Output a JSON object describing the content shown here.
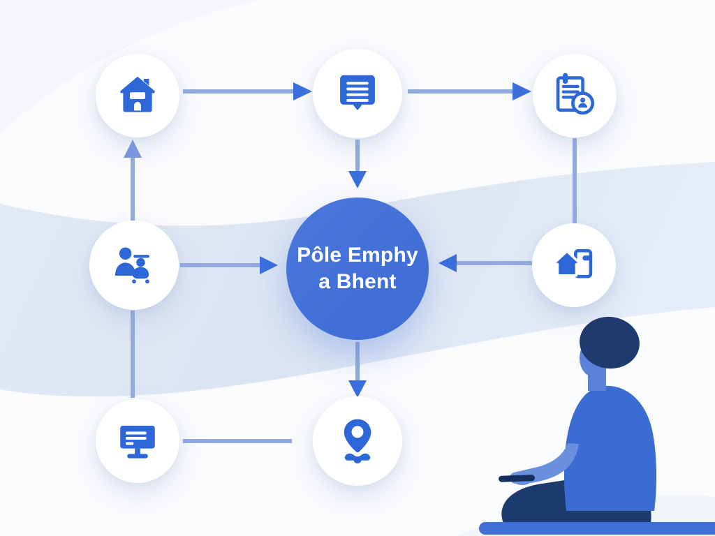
{
  "center_node": {
    "line1": "Pôle Emphy",
    "line2": "a Bhent"
  },
  "nodes": [
    {
      "id": "top-left",
      "icon": "house-icon"
    },
    {
      "id": "top-center",
      "icon": "chat-message-icon"
    },
    {
      "id": "top-right",
      "icon": "clipboard-person-icon"
    },
    {
      "id": "mid-left",
      "icon": "people-icon"
    },
    {
      "id": "mid-right",
      "icon": "house-document-icon"
    },
    {
      "id": "bottom-left",
      "icon": "presentation-screen-icon"
    },
    {
      "id": "bottom-center",
      "icon": "location-pin-icon"
    }
  ],
  "colors": {
    "icon_blue": "#2e68d8",
    "center_circle": "#4472d8",
    "arrow_line": "#92aade",
    "arrow_head": "#3a6edb",
    "arrow_head_light": "#7b97de",
    "wave_band": "#dbe4f3",
    "person_shirt": "#3a6cd3",
    "person_skin": "#6a8fdc",
    "person_face": "#5b82d9",
    "person_dark": "#1d3a6e",
    "bench": "#3e6fd4",
    "background": "#fafbfd"
  }
}
